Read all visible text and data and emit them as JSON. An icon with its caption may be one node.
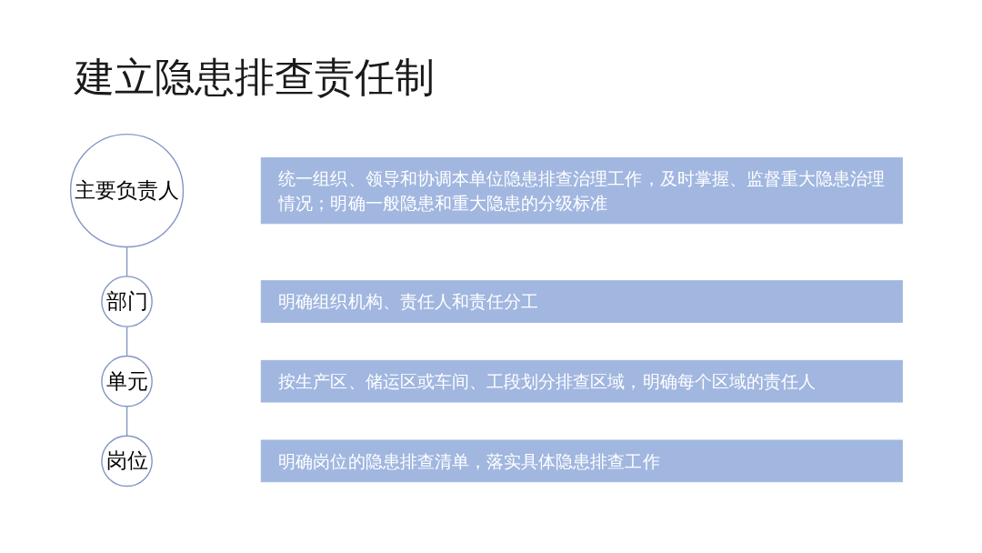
{
  "diagram": {
    "title": "建立隐患排查责任制",
    "nodes": [
      {
        "text": [
          "主要负责人"
        ]
      },
      {
        "text": [
          "统一组织、领导和协调本单位隐患排查治理工作，及时掌握、监督重大隐患治理情况；明确一般隐患和重大隐患的分级标准"
        ]
      },
      {
        "text": [
          "部门"
        ]
      },
      {
        "text": [
          "明确组织机构、责任人和责任分工"
        ]
      },
      {
        "text": [
          "单元"
        ]
      },
      {
        "text": [
          "按生产区、储运区或车间、工段划分排查区域，明确每个区域的责任人"
        ]
      },
      {
        "text": [
          "岗位"
        ]
      },
      {
        "text": [
          "明确岗位的隐患排查清单，落实具体隐患排查工作"
        ]
      }
    ],
    "edges": [
      {
        "from": 0,
        "to": 2,
        "arrow": "none"
      },
      {
        "from": 2,
        "to": 4,
        "arrow": "none"
      },
      {
        "from": 4,
        "to": 6,
        "arrow": "none"
      }
    ]
  }
}
